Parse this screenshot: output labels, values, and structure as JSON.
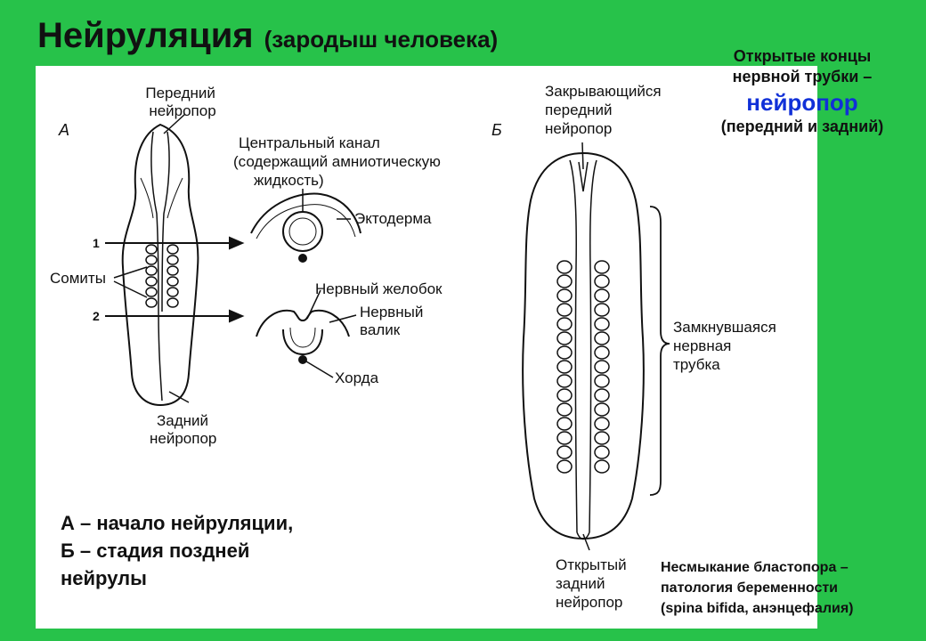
{
  "title": "Нейруляция",
  "subtitle": "(зародыш человека)",
  "note_top_right": {
    "line1": "Открытые концы",
    "line2": "нервной трубки –",
    "highlight": "нейропор",
    "line3": "(передний и задний)"
  },
  "caption": "А – начало нейруляции,\nБ – стадия поздней\nнейрулы",
  "note_bottom_right": "Несмыкание бластопора –\nпатология беременности\n(spina bifida, анэнцефалия)",
  "colors": {
    "background": "#27c24a",
    "panel": "#ffffff",
    "highlight": "#1030d8"
  },
  "figure_a": {
    "letter": "А",
    "front_neuropore": [
      "Передний",
      "нейропор"
    ],
    "central_canal": [
      "Центральный канал",
      "(содержащий амниотическую",
      "жидкость)"
    ],
    "ectoderm": "Эктодерма",
    "somites": "Сомиты",
    "neural_groove": "Нервный желобок",
    "neural_fold": [
      "Нервный",
      "валик"
    ],
    "chorda": "Хорда",
    "back_neuropore": [
      "Задний",
      "нейропор"
    ],
    "section_1": "1",
    "section_2": "2"
  },
  "figure_b": {
    "letter": "Б",
    "closing_neuropore": [
      "Закрывающийся",
      "передний",
      "нейропор"
    ],
    "closed_tube": [
      "Замкнувшаяся",
      "нервная",
      "трубка"
    ],
    "open_neuropore": [
      "Открытый",
      "задний",
      "нейропор"
    ]
  }
}
